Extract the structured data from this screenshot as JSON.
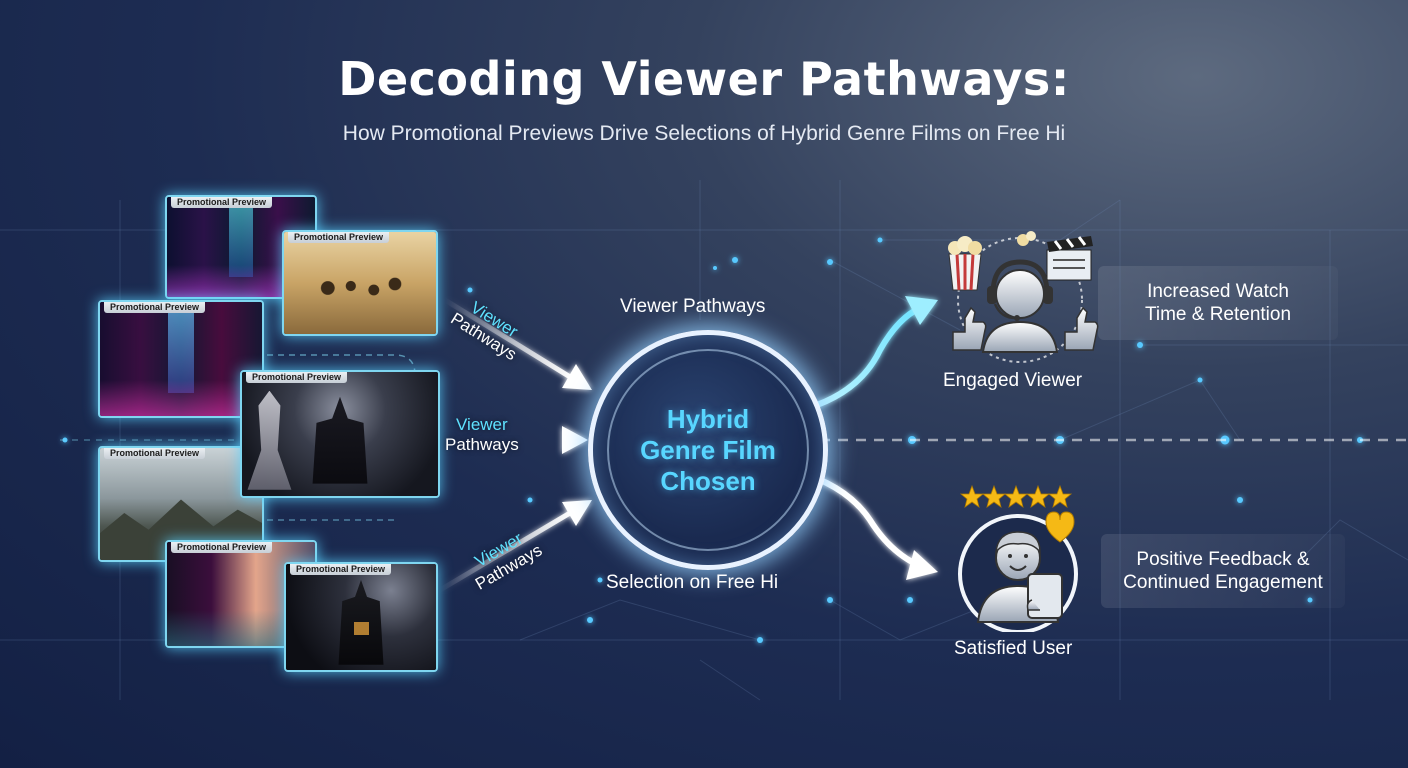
{
  "title": "Decoding Viewer Pathways:",
  "subtitle": "How Promotional Previews Drive Selections of Hybrid Genre Films on Free Hi",
  "previews": [
    {
      "tag": "Promotional Preview",
      "scene": "neon-corridor"
    },
    {
      "tag": "Promotional Preview",
      "scene": "desert-warriors"
    },
    {
      "tag": "Promotional Preview",
      "scene": "neon-hallway"
    },
    {
      "tag": "Promotional Preview",
      "scene": "dark-mansion-robots"
    },
    {
      "tag": "Promotional Preview",
      "scene": "mountain-mech"
    },
    {
      "tag": "Promotional Preview",
      "scene": "neon-street"
    },
    {
      "tag": "Promotional Preview",
      "scene": "haunted-castle"
    }
  ],
  "pathway_labels": [
    {
      "line1": "Viewer",
      "line2": "Pathways"
    },
    {
      "line1": "Viewer",
      "line2": "Pathways"
    },
    {
      "line1": "Viewer",
      "line2": "Pathways"
    }
  ],
  "hub": {
    "top_label": "Viewer Pathways",
    "line1": "Hybrid",
    "line2": "Genre Film",
    "line3": "Chosen",
    "bottom_label": "Selection on Free Hi"
  },
  "outcomes": [
    {
      "title": "Engaged Viewer",
      "box_line1": "Increased Watch",
      "box_line2": "Time & Retention",
      "icon": "headset-viewer-popcorn-clapper-icon"
    },
    {
      "title": "Satisfied User",
      "box_line1": "Positive Feedback &",
      "box_line2": "Continued Engagement",
      "icon": "smiling-user-tablet-stars-heart-icon"
    }
  ],
  "colors": {
    "accent": "#5fe2ff",
    "glow": "#7fd6f0",
    "star": "#f5b915",
    "heart": "#f5b915"
  }
}
